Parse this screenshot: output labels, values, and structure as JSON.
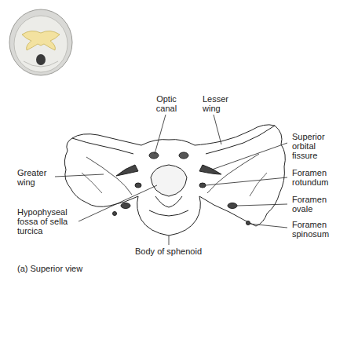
{
  "diagram": {
    "caption": "(a) Superior view",
    "labels": [
      "Optic canal",
      "Lesser wing",
      "Superior orbital fissure",
      "Foramen rotundum",
      "Foramen ovale",
      "Foramen spinosum",
      "Greater wing",
      "Hypophyseal fossa of sella turcica",
      "Body of sphenoid"
    ]
  }
}
